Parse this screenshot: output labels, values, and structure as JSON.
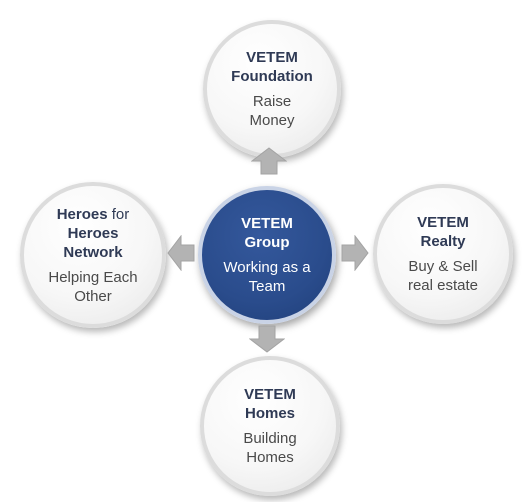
{
  "center": {
    "title_lines": [
      "VETEM",
      "Group"
    ],
    "desc_lines": [
      "Working as a",
      "Team"
    ]
  },
  "top": {
    "title_lines": [
      "VETEM",
      "Foundation"
    ],
    "desc_lines": [
      "Raise",
      "Money"
    ]
  },
  "right": {
    "title_lines": [
      "VETEM",
      "Realty"
    ],
    "desc_lines": [
      "Buy & Sell",
      "real estate"
    ]
  },
  "bottom": {
    "title_lines": [
      "VETEM",
      "Homes"
    ],
    "desc_lines": [
      "Building",
      "Homes"
    ]
  },
  "left": {
    "title_line1_bold": "Heroes",
    "title_line1_rest": " for",
    "title_line2": "Heroes",
    "title_line3": "Network",
    "desc_lines": [
      "Helping Each",
      "Other"
    ]
  },
  "colors": {
    "center_fill": "#2a4c8c",
    "outer_fill": "#f5f5f5",
    "outer_text": "#2f3a55",
    "arrow": "#b3b3b3"
  }
}
